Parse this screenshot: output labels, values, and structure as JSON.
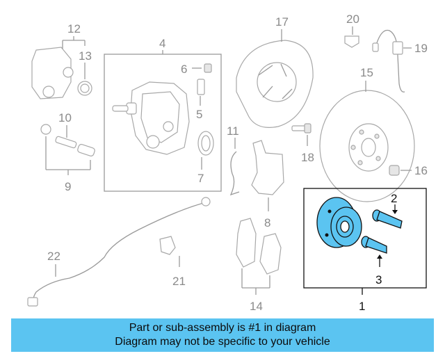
{
  "callouts": {
    "c1": "1",
    "c2": "2",
    "c3": "3",
    "c4": "4",
    "c5": "5",
    "c6": "6",
    "c7": "7",
    "c8": "8",
    "c9": "9",
    "c10": "10",
    "c11": "11",
    "c12": "12",
    "c13": "13",
    "c14": "14",
    "c15": "15",
    "c16": "16",
    "c17": "17",
    "c18": "18",
    "c19": "19",
    "c20": "20",
    "c21": "21",
    "c22": "22"
  },
  "colors": {
    "highlight": "#5bc4f1",
    "line_gray": "#9a9a9a",
    "ink": "#111111"
  },
  "banner": {
    "line1": "Part or sub-assembly is #1 in diagram",
    "line2": "Diagram may not be specific to your vehicle"
  }
}
